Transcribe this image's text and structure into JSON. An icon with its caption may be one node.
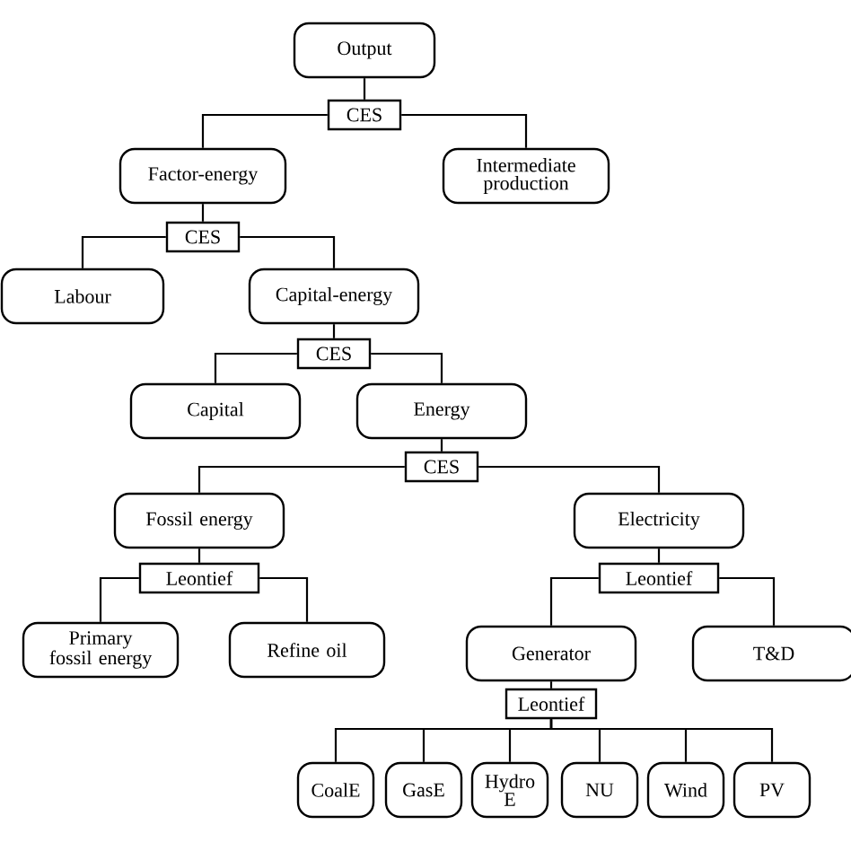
{
  "diagram": {
    "nodes": [
      {
        "text": [
          "Output"
        ]
      },
      {
        "text": [
          "CES"
        ]
      },
      {
        "text": [
          "Factor-energy"
        ]
      },
      {
        "text": [
          "Intermediate production"
        ]
      },
      {
        "text": [
          "CES"
        ]
      },
      {
        "text": [
          "Labour"
        ]
      },
      {
        "text": [
          "Capital-energy"
        ]
      },
      {
        "text": [
          "CES"
        ]
      },
      {
        "text": [
          "Capital"
        ]
      },
      {
        "text": [
          "Energy"
        ]
      },
      {
        "text": [
          "CES"
        ]
      },
      {
        "text": [
          "Fossil energy"
        ]
      },
      {
        "text": [
          "Electricity"
        ]
      },
      {
        "text": [
          "Leontief"
        ]
      },
      {
        "text": [
          "Primary fossil energy"
        ]
      },
      {
        "text": [
          "Refine oil"
        ]
      },
      {
        "text": [
          "Leontief"
        ]
      },
      {
        "text": [
          "Generator"
        ]
      },
      {
        "text": [
          "T&D"
        ]
      },
      {
        "text": [
          "Leontief"
        ]
      },
      {
        "text": [
          "CoalE"
        ]
      },
      {
        "text": [
          "GasE"
        ]
      },
      {
        "text": [
          "Hydro E"
        ]
      },
      {
        "text": [
          "NU"
        ]
      },
      {
        "text": [
          "Wind"
        ]
      },
      {
        "text": [
          "PV"
        ]
      }
    ],
    "edges": [
      {
        "from": 0,
        "to": 1,
        "arrow": "none"
      },
      {
        "from": 1,
        "to": 2,
        "arrow": "none"
      },
      {
        "from": 1,
        "to": 3,
        "arrow": "none"
      },
      {
        "from": 2,
        "to": 4,
        "arrow": "none"
      },
      {
        "from": 4,
        "to": 5,
        "arrow": "none"
      },
      {
        "from": 4,
        "to": 6,
        "arrow": "none"
      },
      {
        "from": 6,
        "to": 7,
        "arrow": "none"
      },
      {
        "from": 7,
        "to": 8,
        "arrow": "none"
      },
      {
        "from": 7,
        "to": 9,
        "arrow": "none"
      },
      {
        "from": 9,
        "to": 10,
        "arrow": "none"
      },
      {
        "from": 10,
        "to": 11,
        "arrow": "none"
      },
      {
        "from": 10,
        "to": 12,
        "arrow": "none"
      },
      {
        "from": 11,
        "to": 13,
        "arrow": "none"
      },
      {
        "from": 13,
        "to": 14,
        "arrow": "none"
      },
      {
        "from": 13,
        "to": 15,
        "arrow": "none"
      },
      {
        "from": 12,
        "to": 16,
        "arrow": "none"
      },
      {
        "from": 16,
        "to": 17,
        "arrow": "none"
      },
      {
        "from": 16,
        "to": 18,
        "arrow": "none"
      },
      {
        "from": 17,
        "to": 19,
        "arrow": "none"
      },
      {
        "from": 19,
        "to": 20,
        "arrow": "none"
      },
      {
        "from": 19,
        "to": 21,
        "arrow": "none"
      },
      {
        "from": 19,
        "to": 22,
        "arrow": "none"
      },
      {
        "from": 19,
        "to": 23,
        "arrow": "none"
      },
      {
        "from": 19,
        "to": 24,
        "arrow": "none"
      },
      {
        "from": 19,
        "to": 25,
        "arrow": "none"
      }
    ]
  }
}
